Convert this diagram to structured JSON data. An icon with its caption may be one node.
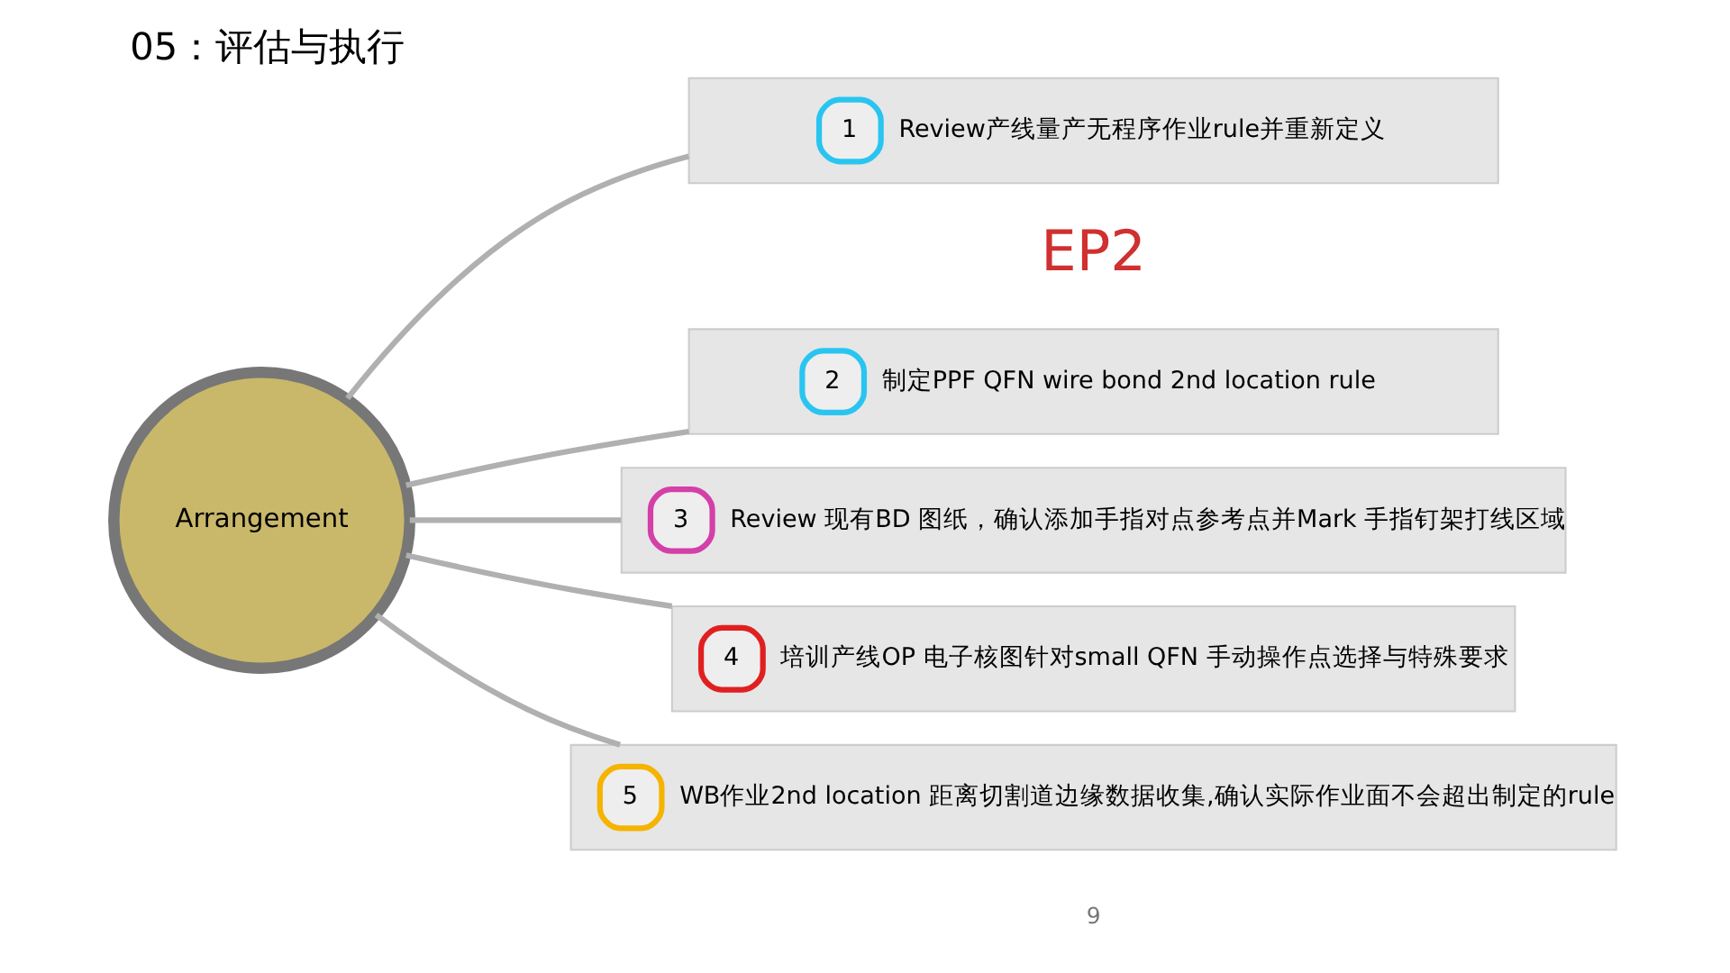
{
  "diagram": {
    "title": "05：评估与执行",
    "nodes": [
      {
        "text": [
          "Arrangement"
        ]
      },
      {
        "text": [
          "1",
          "Review产线量产无程序作业rule并重新定义"
        ]
      },
      {
        "text": [
          "2",
          "制定PPF QFN wire bond 2nd location rule"
        ]
      },
      {
        "text": [
          "3",
          "Review 现有BD 图纸，确认添加手指对点参考点并Mark 手指钉架打线区域"
        ]
      },
      {
        "text": [
          "4",
          "培训产线OP 电子核图针对small QFN 手动操作点选择与特殊要求"
        ]
      },
      {
        "text": [
          "5",
          "WB作业2nd location 距离切割道边缘数据收集,确认实际作业面不会超出制定的rule"
        ]
      }
    ],
    "edges": [
      {
        "from": 0,
        "to": 1,
        "arrow": "none"
      },
      {
        "from": 0,
        "to": 2,
        "arrow": "none"
      },
      {
        "from": 0,
        "to": 3,
        "arrow": "none"
      },
      {
        "from": 0,
        "to": 4,
        "arrow": "none"
      },
      {
        "from": 0,
        "to": 5,
        "arrow": "none"
      }
    ],
    "labels": [
      "EP2",
      "9"
    ]
  }
}
